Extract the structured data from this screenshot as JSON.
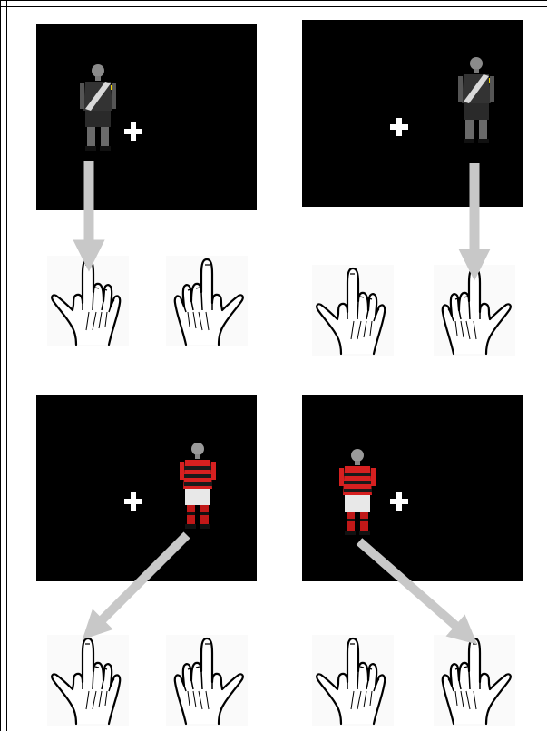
{
  "figure": {
    "panels": [
      {
        "id": "top-left",
        "player_kit": "black-white-sash",
        "player_side": "left",
        "correct_response": "left-hand"
      },
      {
        "id": "top-right",
        "player_kit": "black-white-sash",
        "player_side": "right",
        "correct_response": "right-hand"
      },
      {
        "id": "bottom-left",
        "player_kit": "red-black-stripes",
        "player_side": "right",
        "correct_response": "left-hand"
      },
      {
        "id": "bottom-right",
        "player_kit": "red-black-stripes",
        "player_side": "left",
        "correct_response": "right-hand"
      }
    ],
    "icons": [
      "fixation-cross-icon",
      "left-hand-index-up-icon",
      "right-hand-index-up-icon",
      "arrow-icon"
    ],
    "colors": {
      "screen": "#000000",
      "fixation": "#ffffff",
      "arrow": "#c8c8c8",
      "kit_dark": "#333333",
      "kit_sash": "#d9d9d9",
      "armband": "#f2d600",
      "kit_red": "#d62020",
      "shorts": "#e8e8e8"
    }
  }
}
